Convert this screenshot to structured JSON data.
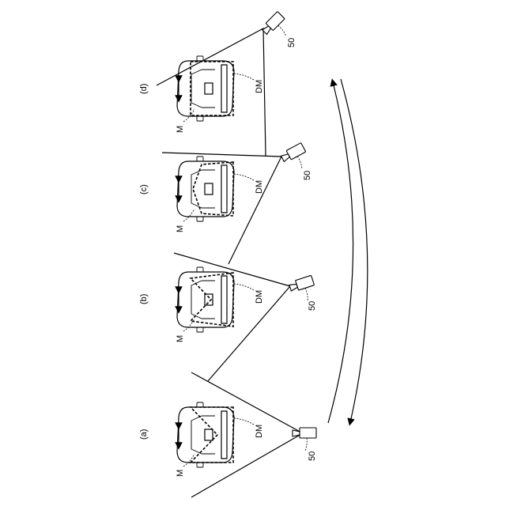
{
  "panels": [
    {
      "id": "a",
      "label": "(a)",
      "model_label": "M",
      "display_label": "DM",
      "camera_label": "50"
    },
    {
      "id": "b",
      "label": "(b)",
      "model_label": "M",
      "display_label": "DM",
      "camera_label": "50"
    },
    {
      "id": "c",
      "label": "(c)",
      "model_label": "M",
      "display_label": "DM",
      "camera_label": "50"
    },
    {
      "id": "d",
      "label": "(d)",
      "model_label": "M",
      "display_label": "DM",
      "camera_label": "50"
    }
  ]
}
